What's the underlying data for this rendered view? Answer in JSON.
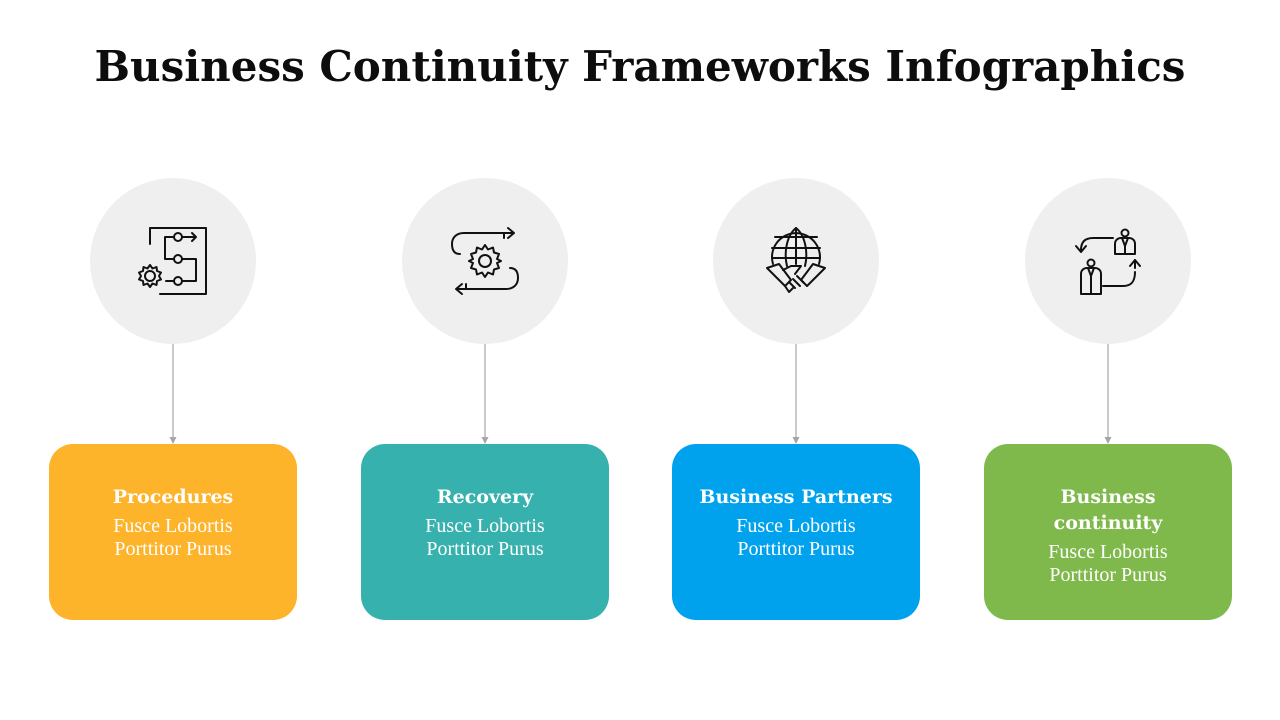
{
  "title": "Business Continuity Frameworks Infographics",
  "connector_color": "#a6a6a6",
  "circle_color": "#efefef",
  "items": [
    {
      "icon": "process-flow-gear-icon",
      "title": "Procedures",
      "body_line1": "Fusce Lobortis",
      "body_line2": "Porttitor Purus",
      "color": "#fdb32a"
    },
    {
      "icon": "gear-cycle-arrows-icon",
      "title": "Recovery",
      "body_line1": "Fusce Lobortis",
      "body_line2": "Porttitor Purus",
      "color": "#37b1ae"
    },
    {
      "icon": "globe-handshake-icon",
      "title": "Business Partners",
      "body_line1": "Fusce Lobortis",
      "body_line2": "Porttitor Purus",
      "color": "#00a2ee"
    },
    {
      "icon": "people-exchange-arrows-icon",
      "title": "Business continuity",
      "body_line1": "Fusce Lobortis",
      "body_line2": "Porttitor Purus",
      "color": "#80b94b"
    }
  ]
}
